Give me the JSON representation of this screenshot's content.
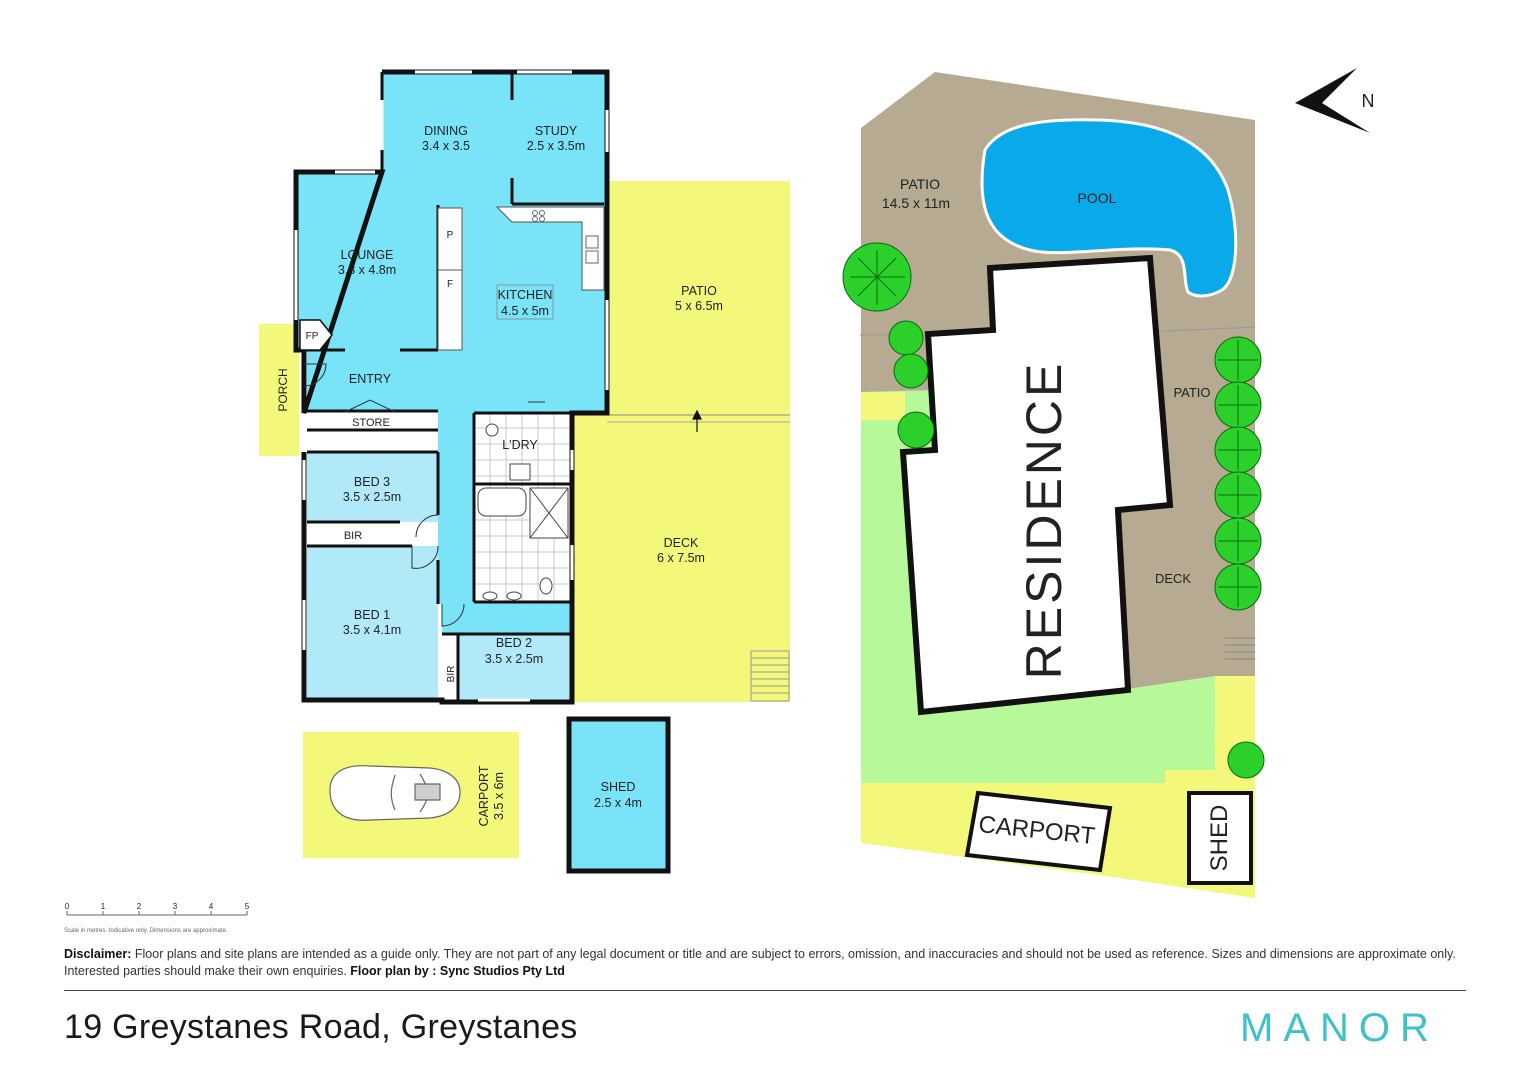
{
  "floor_plan": {
    "rooms": [
      {
        "name": "DINING",
        "size": "3.4 x 3.5"
      },
      {
        "name": "STUDY",
        "size": "2.5 x 3.5m"
      },
      {
        "name": "LOUNGE",
        "size": "3.8 x 4.8m"
      },
      {
        "name": "KITCHEN",
        "size": "4.5 x 5m"
      },
      {
        "name": "PATIO",
        "size": "5 x 6.5m"
      },
      {
        "name": "BED 3",
        "size": "3.5 x 2.5m"
      },
      {
        "name": "BED 1",
        "size": "3.5 x 4.1m"
      },
      {
        "name": "BED 2",
        "size": "3.5 x 2.5m"
      },
      {
        "name": "DECK",
        "size": "6 x 7.5m"
      },
      {
        "name": "SHED",
        "size": "2.5 x 4m"
      },
      {
        "name": "CARPORT",
        "size": "3.5 x 6m"
      }
    ],
    "labels": {
      "entry": "ENTRY",
      "store": "STORE",
      "laundry": "L'DRY",
      "porch": "PORCH",
      "bir": "BIR",
      "fireplace": "FP",
      "pantry": "P",
      "fridge": "F"
    }
  },
  "site_plan": {
    "residence": "RESIDENCE",
    "pool": "POOL",
    "patio_main": {
      "name": "PATIO",
      "size": "14.5 x 11m"
    },
    "patio_side": "PATIO",
    "deck": "DECK",
    "carport": "CARPORT",
    "shed": "SHED",
    "north": "N"
  },
  "scale": {
    "ticks": [
      "0",
      "1",
      "2",
      "3",
      "4",
      "5"
    ],
    "note": "Scale in metres. Indicative only. Dimensions are approximate."
  },
  "disclaimer": {
    "label": "Disclaimer:",
    "text": "Floor plans and site plans are intended as a guide only. They are not part of any legal document or title and are subject to errors, omission, and inaccuracies and should not be used as reference. Sizes and dimensions are approximate only. Interested parties should make their own enquiries.",
    "credit": "Floor plan by : Sync Studios Pty Ltd"
  },
  "address": "19 Greystanes Road, Greystanes",
  "brand": "MANOR",
  "colors": {
    "room_fill": "#79e3f7",
    "bed_fill": "#b2e9f9",
    "outdoor_fill": "#f3f77a",
    "pool": "#0aa9ea",
    "site_ground": "#b6aa92",
    "lawn": "#b7f99a",
    "brand": "#3fc1c9"
  }
}
